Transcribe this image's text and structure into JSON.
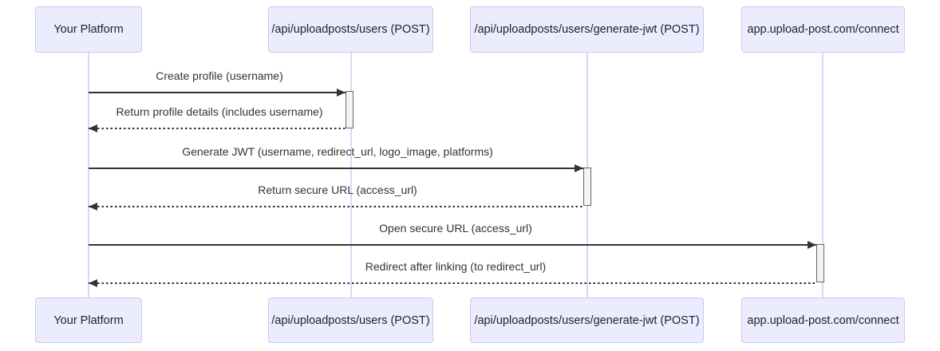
{
  "diagram": {
    "type": "sequence-diagram",
    "participants": [
      {
        "id": "your-platform",
        "label": "Your Platform"
      },
      {
        "id": "api-users",
        "label": "/api/uploadposts/users (POST)"
      },
      {
        "id": "api-generate-jwt",
        "label": "/api/uploadposts/users/generate-jwt (POST)"
      },
      {
        "id": "connect-page",
        "label": "app.upload-post.com/connect"
      }
    ],
    "messages": [
      {
        "from": "Your Platform",
        "to": "/api/uploadposts/users (POST)",
        "label": "Create profile (username)",
        "style": "solid"
      },
      {
        "from": "/api/uploadposts/users (POST)",
        "to": "Your Platform",
        "label": "Return profile details (includes username)",
        "style": "dashed"
      },
      {
        "from": "Your Platform",
        "to": "/api/uploadposts/users/generate-jwt (POST)",
        "label": "Generate JWT (username, redirect_url, logo_image, platforms)",
        "style": "solid"
      },
      {
        "from": "/api/uploadposts/users/generate-jwt (POST)",
        "to": "Your Platform",
        "label": "Return secure URL (access_url)",
        "style": "dashed"
      },
      {
        "from": "Your Platform",
        "to": "app.upload-post.com/connect",
        "label": "Open secure URL (access_url)",
        "style": "solid"
      },
      {
        "from": "app.upload-post.com/connect",
        "to": "Your Platform",
        "label": "Redirect after linking (to redirect_url)",
        "style": "dashed"
      }
    ],
    "colors": {
      "background": "#FFFFFF",
      "actor_fill": "#ECECFF",
      "actor_border": "#CFC6F1",
      "lifeline": "#DCD5F5",
      "activation_fill": "#F4F4F4",
      "activation_border": "#666666",
      "message": "#333333"
    }
  }
}
